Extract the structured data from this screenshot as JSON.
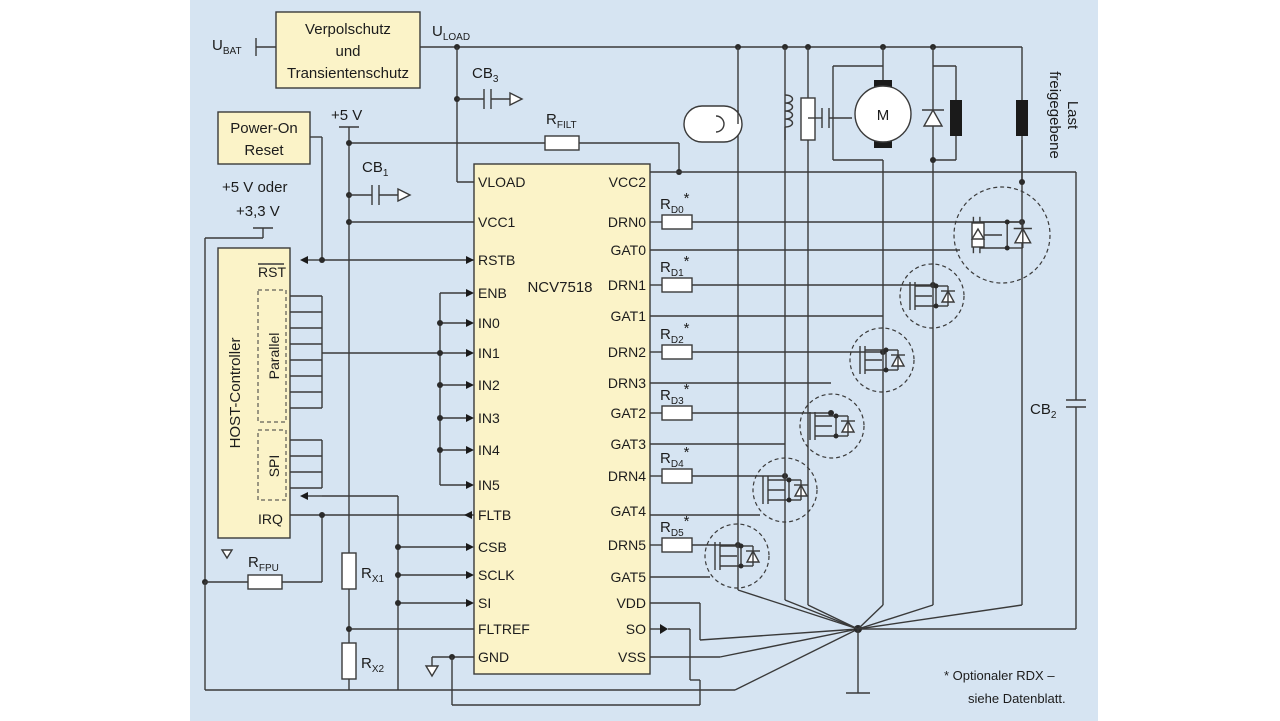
{
  "labels": {
    "ubat": "U",
    "ubat_sub": "BAT",
    "uload": "U",
    "uload_sub": "LOAD",
    "verpol_1": "Verpolschutz",
    "verpol_2": "und",
    "verpol_3": "Transientenschutz",
    "cb3": "CB",
    "cb3_sub": "3",
    "rfilt": "R",
    "rfilt_sub": "FILT",
    "power_on_1": "Power-On",
    "power_on_2": "Reset",
    "plus5v": "+5 V",
    "cb1": "CB",
    "cb1_sub": "1",
    "supply_1": "+5 V oder",
    "supply_2": "+3,3 V",
    "host_controller": "HOST-Controller",
    "rst": "RST",
    "parallel": "Parallel",
    "spi": "SPI",
    "irq": "IRQ",
    "rfpu": "R",
    "rfpu_sub": "FPU",
    "rx1": "R",
    "rx1_sub": "X1",
    "rx2": "R",
    "rx2_sub": "X2",
    "chip_name": "NCV7518",
    "cb2": "CB",
    "cb2_sub": "2",
    "freigegebene_1": "freigegebene",
    "freigegebene_2": "Last",
    "motor": "M",
    "note_1": "* Optionaler RDX –",
    "note_2": "siehe Datenblatt."
  },
  "chip": {
    "left_pins": [
      "VLOAD",
      "VCC1",
      "RSTB",
      "ENB",
      "IN0",
      "IN1",
      "IN2",
      "IN3",
      "IN4",
      "IN5",
      "FLTB",
      "CSB",
      "SCLK",
      "SI",
      "FLTREF",
      "GND"
    ],
    "right_pins": [
      "VCC2",
      "DRN0",
      "GAT0",
      "DRN1",
      "GAT1",
      "DRN2",
      "DRN3",
      "GAT2",
      "GAT3",
      "DRN4",
      "GAT4",
      "DRN5",
      "GAT5",
      "VDD",
      "SO",
      "VSS"
    ]
  },
  "drain_resistors": [
    {
      "r": "R",
      "sub": "D0",
      "star": "*"
    },
    {
      "r": "R",
      "sub": "D1",
      "star": "*"
    },
    {
      "r": "R",
      "sub": "D2",
      "star": "*"
    },
    {
      "r": "R",
      "sub": "D3",
      "star": "*"
    },
    {
      "r": "R",
      "sub": "D4",
      "star": "*"
    },
    {
      "r": "R",
      "sub": "D5",
      "star": "*"
    }
  ]
}
